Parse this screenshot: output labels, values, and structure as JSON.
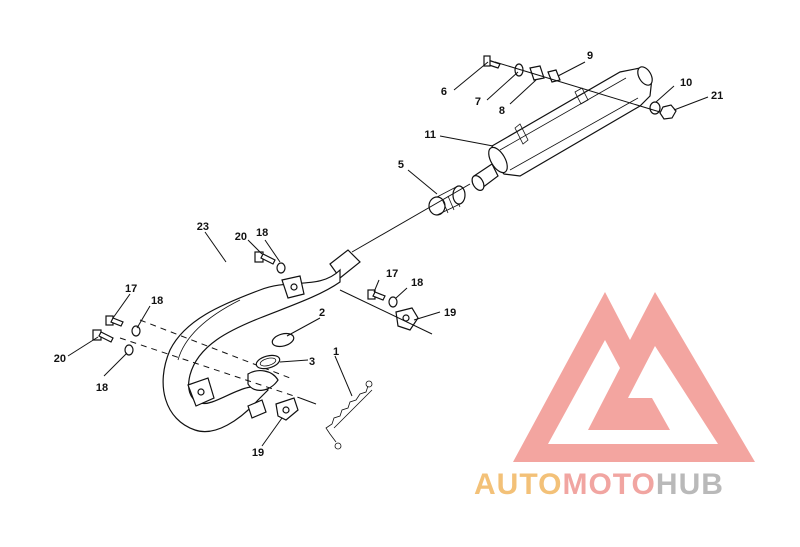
{
  "diagram": {
    "callouts": {
      "c1": "1",
      "c2": "2",
      "c3": "3",
      "c5": "5",
      "c6": "6",
      "c7": "7",
      "c8": "8",
      "c9": "9",
      "c10": "10",
      "c11": "11",
      "c17a": "17",
      "c17b": "17",
      "c18a": "18",
      "c18b": "18",
      "c18c": "18",
      "c18d": "18",
      "c19a": "19",
      "c19b": "19",
      "c20a": "20",
      "c20b": "20",
      "c21": "21",
      "c23": "23"
    }
  },
  "watermark": {
    "part1": "AUTO",
    "part2": "MOTO",
    "part3": "HUB",
    "colors": {
      "auto": "#f3c178",
      "moto": "#f1a5a1",
      "hub": "#b9b9b9",
      "logo": "#f2a09b"
    }
  }
}
